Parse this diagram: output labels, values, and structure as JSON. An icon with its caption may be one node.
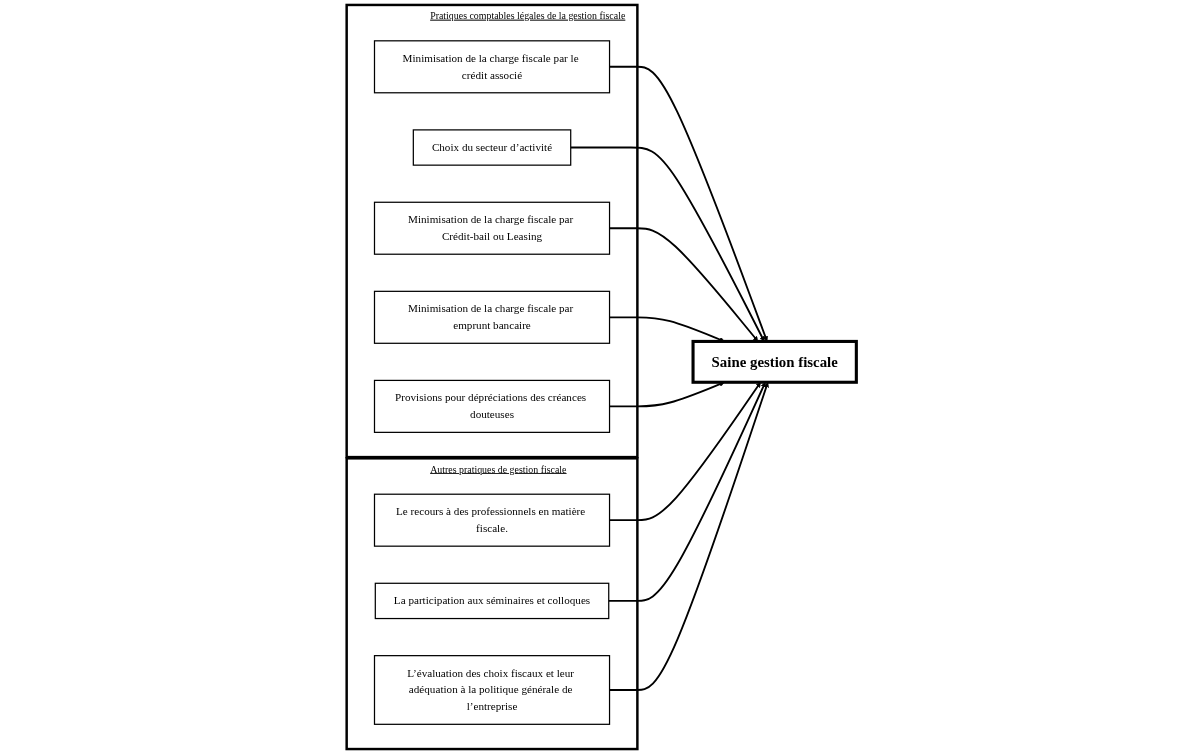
{
  "diagram": {
    "nodes": [
      {
        "text": [
          "Pratiques comptables légales de la gestion fiscale"
        ]
      },
      {
        "text": [
          "Minimisation de la charge fiscale par le crédit associé"
        ],
        "in": 0
      },
      {
        "text": [
          "Choix du secteur d’activité"
        ],
        "in": 0
      },
      {
        "text": [
          "Minimisation de la charge fiscale par Crédit-bail ou Leasing"
        ],
        "in": 0
      },
      {
        "text": [
          "Minimisation de la charge fiscale par emprunt bancaire"
        ],
        "in": 0
      },
      {
        "text": [
          "Provisions pour dépréciations des créances douteuses"
        ],
        "in": 0
      },
      {
        "text": [
          "Saine gestion fiscale"
        ]
      },
      {
        "text": [
          "Autres pratiques de gestion fiscale"
        ]
      },
      {
        "text": [
          "Le recours à des professionnels en matière fiscale."
        ],
        "in": 7
      },
      {
        "text": [
          "La participation aux séminaires et colloques"
        ],
        "in": 7
      },
      {
        "text": [
          "L’évaluation des choix fiscaux et leur adéquation à la politique générale de l’entreprise"
        ],
        "in": 7
      }
    ],
    "edges": [
      {
        "from": 1,
        "to": 6,
        "arrow": "to"
      },
      {
        "from": 2,
        "to": 6,
        "arrow": "to"
      },
      {
        "from": 3,
        "to": 6,
        "arrow": "to"
      },
      {
        "from": 4,
        "to": 6,
        "arrow": "to"
      },
      {
        "from": 5,
        "to": 6,
        "arrow": "to"
      },
      {
        "from": 8,
        "to": 6,
        "arrow": "to"
      },
      {
        "from": 9,
        "to": 6,
        "arrow": "to"
      },
      {
        "from": 10,
        "to": 6,
        "arrow": "to"
      }
    ]
  }
}
